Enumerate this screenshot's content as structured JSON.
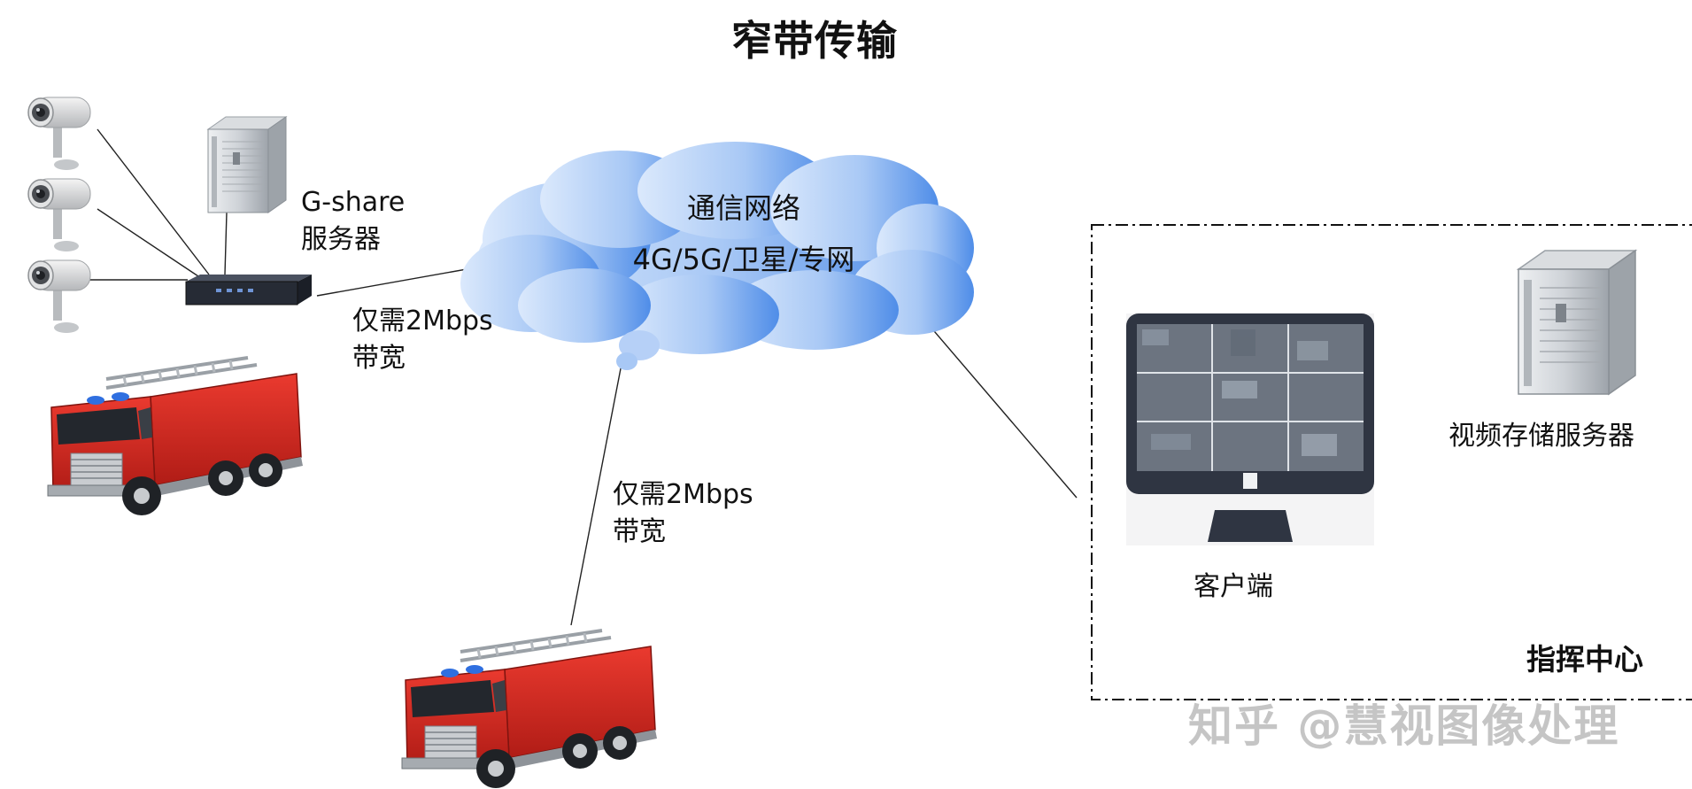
{
  "title": "窄带传输",
  "cloud": {
    "line1": "通信网络",
    "line2": "4G/5G/卫星/专网"
  },
  "gshare_server": {
    "line1": "G-share",
    "line2": "服务器"
  },
  "bandwidth_label_top": {
    "line1": "仅需2Mbps",
    "line2": "带宽"
  },
  "bandwidth_label_bottom": {
    "line1": "仅需2Mbps",
    "line2": "带宽"
  },
  "command_center": {
    "title": "指挥中心",
    "client_label": "客户端",
    "storage_label": "视频存储服务器"
  },
  "watermark": "知乎 @慧视图像处理",
  "colors": {
    "cloud_light": "#d6e6fb",
    "cloud_dark": "#4f8de8",
    "truck_red": "#d42a22",
    "server_gray": "#c7cbd0",
    "monitor_frame": "#2f3542"
  },
  "icons": [
    "camera-icon",
    "camera-icon",
    "camera-icon",
    "server-tower-icon",
    "encoder-box-icon",
    "fire-truck-icon",
    "cloud-icon",
    "monitor-icon",
    "fire-truck-icon",
    "server-tower-icon"
  ]
}
